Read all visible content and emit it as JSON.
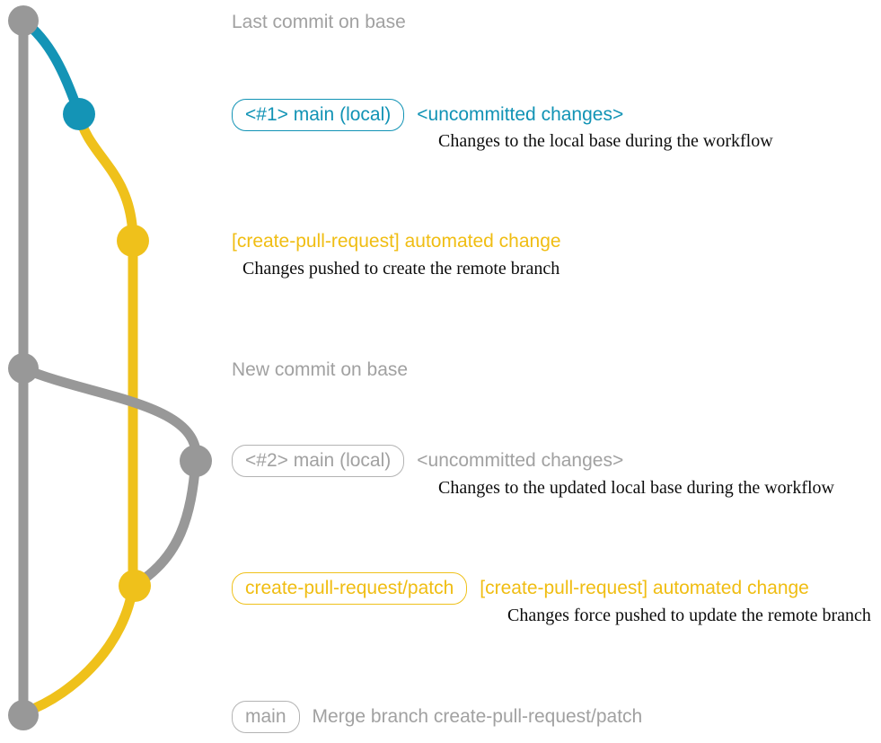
{
  "graph": {
    "colors": {
      "base": "#989898",
      "local": "#1494b6",
      "remote": "#efc11b"
    }
  },
  "annotations": {
    "last_commit_label": "Last commit on base",
    "main1_badge": "<#1> main (local)",
    "main1_status": "<uncommitted changes>",
    "main1_desc": "Changes to the local base during the workflow",
    "push1_title": "[create-pull-request] automated change",
    "push1_desc": "Changes pushed to create the remote branch",
    "new_commit_label": "New commit on base",
    "main2_badge": "<#2> main (local)",
    "main2_status": "<uncommitted changes>",
    "main2_desc": "Changes to the updated local base during the workflow",
    "patch_badge": "create-pull-request/patch",
    "push2_title": "[create-pull-request] automated change",
    "push2_desc": "Changes force pushed to update the remote branch",
    "merge_badge": "main",
    "merge_label": "Merge branch create-pull-request/patch"
  }
}
